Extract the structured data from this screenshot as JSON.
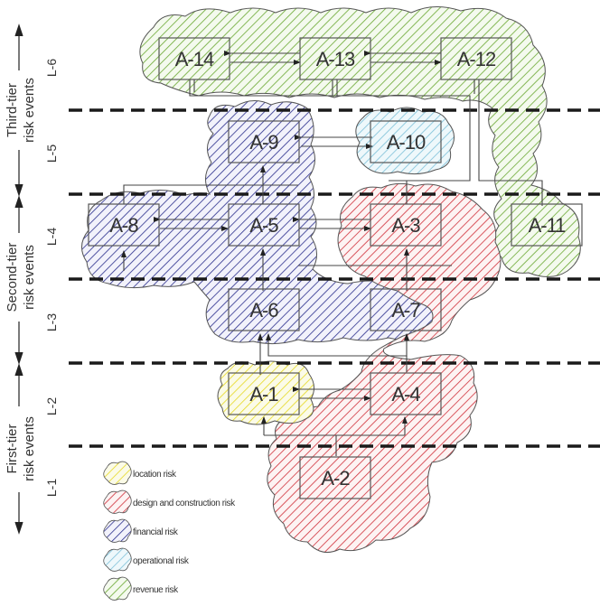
{
  "diagram": {
    "type": "layered risk-event influence diagram",
    "levels": [
      {
        "id": "L-1",
        "label": "L-1"
      },
      {
        "id": "L-2",
        "label": "L-2"
      },
      {
        "id": "L-3",
        "label": "L-3"
      },
      {
        "id": "L-4",
        "label": "L-4"
      },
      {
        "id": "L-5",
        "label": "L-5"
      },
      {
        "id": "L-6",
        "label": "L-6"
      }
    ],
    "tiers": [
      {
        "label_line1": "First-tier",
        "label_line2": "risk events",
        "levels": [
          "L-1",
          "L-2"
        ]
      },
      {
        "label_line1": "Second-tier",
        "label_line2": "risk events",
        "levels": [
          "L-3",
          "L-4"
        ]
      },
      {
        "label_line1": "Third-tier",
        "label_line2": "risk events",
        "levels": [
          "L-5",
          "L-6"
        ]
      }
    ],
    "nodes": [
      {
        "id": "A-1",
        "label": "A-1",
        "level": "L-2",
        "category": "location"
      },
      {
        "id": "A-2",
        "label": "A-2",
        "level": "L-1",
        "category": "design_construction"
      },
      {
        "id": "A-3",
        "label": "A-3",
        "level": "L-4",
        "category": "design_construction"
      },
      {
        "id": "A-4",
        "label": "A-4",
        "level": "L-2",
        "category": "design_construction"
      },
      {
        "id": "A-5",
        "label": "A-5",
        "level": "L-4",
        "category": "financial"
      },
      {
        "id": "A-6",
        "label": "A-6",
        "level": "L-3",
        "category": "financial"
      },
      {
        "id": "A-7",
        "label": "A-7",
        "level": "L-3",
        "category": "financial"
      },
      {
        "id": "A-8",
        "label": "A-8",
        "level": "L-4",
        "category": "financial"
      },
      {
        "id": "A-9",
        "label": "A-9",
        "level": "L-5",
        "category": "financial"
      },
      {
        "id": "A-10",
        "label": "A-10",
        "level": "L-5",
        "category": "operational"
      },
      {
        "id": "A-11",
        "label": "A-11",
        "level": "L-4",
        "category": "revenue"
      },
      {
        "id": "A-12",
        "label": "A-12",
        "level": "L-6",
        "category": "revenue"
      },
      {
        "id": "A-13",
        "label": "A-13",
        "level": "L-6",
        "category": "revenue"
      },
      {
        "id": "A-14",
        "label": "A-14",
        "level": "L-6",
        "category": "revenue"
      }
    ],
    "edges": [
      {
        "from": "A-2",
        "to": "A-1"
      },
      {
        "from": "A-2",
        "to": "A-4"
      },
      {
        "from": "A-1",
        "to": "A-4"
      },
      {
        "from": "A-4",
        "to": "A-1"
      },
      {
        "from": "A-1",
        "to": "A-6"
      },
      {
        "from": "A-4",
        "to": "A-6"
      },
      {
        "from": "A-4",
        "to": "A-7"
      },
      {
        "from": "A-6",
        "to": "A-5"
      },
      {
        "from": "A-7",
        "to": "A-3"
      },
      {
        "from": "A-6",
        "to": "A-8"
      },
      {
        "from": "A-5",
        "to": "A-8"
      },
      {
        "from": "A-8",
        "to": "A-5"
      },
      {
        "from": "A-5",
        "to": "A-3"
      },
      {
        "from": "A-3",
        "to": "A-5"
      },
      {
        "from": "A-5",
        "to": "A-9"
      },
      {
        "from": "A-9",
        "to": "A-10"
      },
      {
        "from": "A-10",
        "to": "A-9"
      },
      {
        "from": "A-8",
        "to": "A-14"
      },
      {
        "from": "A-3",
        "to": "A-13"
      },
      {
        "from": "A-11",
        "to": "A-12"
      },
      {
        "from": "A-10",
        "to": "A-12"
      },
      {
        "from": "A-14",
        "to": "A-13"
      },
      {
        "from": "A-13",
        "to": "A-14"
      },
      {
        "from": "A-13",
        "to": "A-12"
      },
      {
        "from": "A-12",
        "to": "A-13"
      }
    ],
    "legend": [
      {
        "key": "location",
        "label": "location risk",
        "color": "#e6d820"
      },
      {
        "key": "design_construction",
        "label": "design and construction risk",
        "color": "#d0303a"
      },
      {
        "key": "financial",
        "label": "financial risk",
        "color": "#2a2e8c"
      },
      {
        "key": "operational",
        "label": "operational risk",
        "color": "#7cc0d8"
      },
      {
        "key": "revenue",
        "label": "revenue risk",
        "color": "#6aa832"
      }
    ]
  }
}
